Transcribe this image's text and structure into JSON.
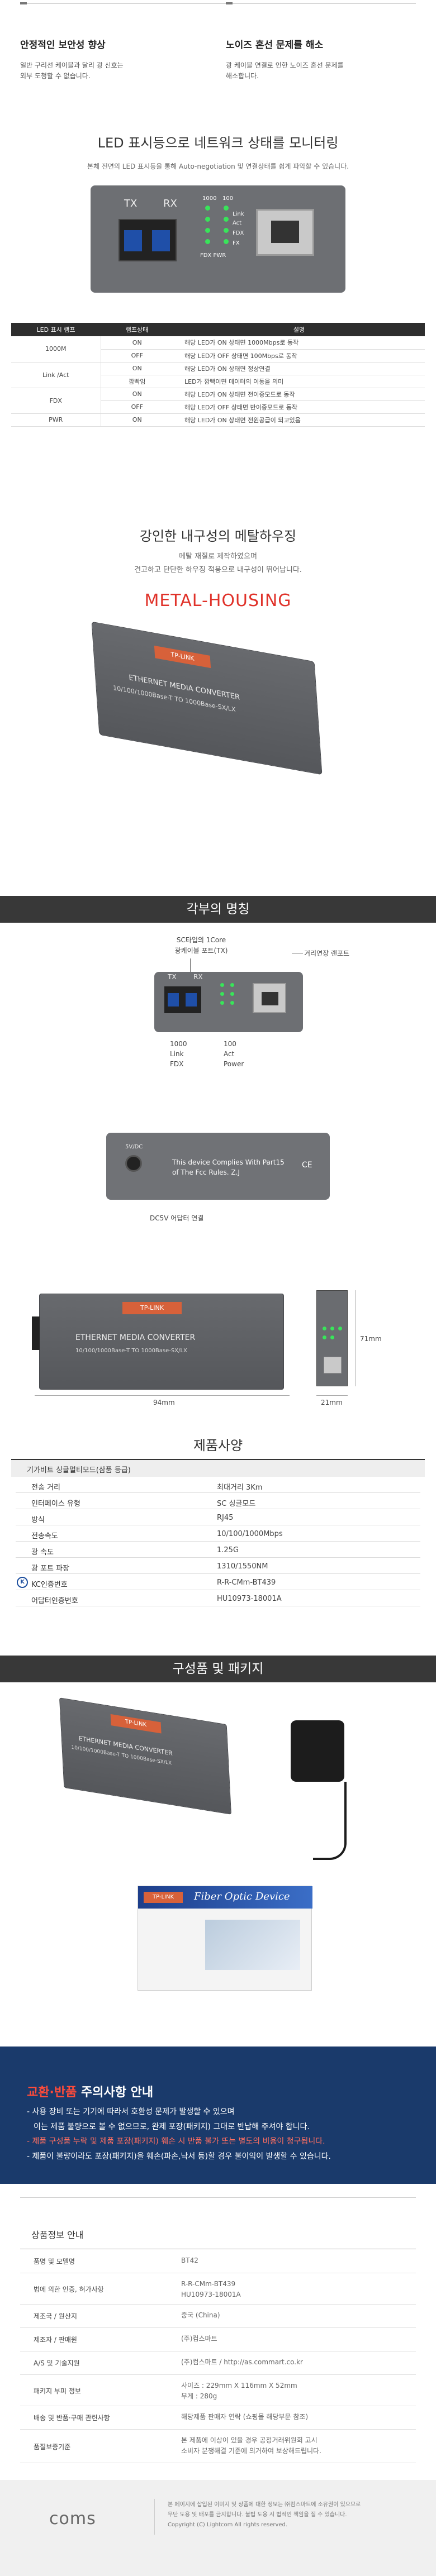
{
  "features": [
    {
      "title": "안정적인 보안성 향상",
      "desc": [
        "일반 구리선 케이블과 달리 광 신호는",
        "외부 도청할 수 없습니다."
      ]
    },
    {
      "title": "노이즈 혼선 문제를 해소",
      "desc": [
        "광 케이블 연결로 인한 노이즈 혼선 문제를",
        "해소합니다."
      ]
    }
  ],
  "led_section": {
    "title": "LED 표시등으로 네트워크 상태를 모니터링",
    "subtitle": "본체 전면의 LED 표시등을 통해 Auto-negotiation 및 연결상태를 쉽게 파악할 수 있습니다."
  },
  "device_front": {
    "tx": "TX",
    "rx": "RX",
    "l1000": "1000",
    "l100": "100",
    "l_link": "Link",
    "l_act": "Act",
    "l_fdx": "FDX",
    "l_fx": "FX",
    "l_pwr": "FDX PWR"
  },
  "led_table": {
    "headers": [
      "LED 표시 램프",
      "램프상태",
      "설명"
    ],
    "rows": [
      {
        "lamp": "1000M",
        "state": "ON",
        "desc": "해당 LED가 ON 상태면 1000Mbps로 동작"
      },
      {
        "lamp": "",
        "state": "OFF",
        "desc": "해당 LED가 OFF 상태면 100Mbps로 동작"
      },
      {
        "lamp": "Link /Act",
        "state": "ON",
        "desc": "해당 LED가 ON 상태면 정상연결"
      },
      {
        "lamp": "",
        "state": "깜빡임",
        "desc": "LED가 깜빡이면 데이터의 이동을 의미"
      },
      {
        "lamp": "FDX",
        "state": "ON",
        "desc": "해당 LED가 ON 상태면 전이중모드로 동작"
      },
      {
        "lamp": "",
        "state": "OFF",
        "desc": "해당 LED가 OFF 상태면 반이중모드로 동작"
      },
      {
        "lamp": "PWR",
        "state": "ON",
        "desc": "해당 LED가 ON 상태면 전원공급이 되고있음"
      }
    ]
  },
  "metal": {
    "title": "강인한 내구성의 메탈하우징",
    "sub1": "메탈 재질로 제작하였으며",
    "sub2": "견고하고 단단한 하우징 적용으로 내구성이 뛰어납니다.",
    "tag": "METAL-HOUSING"
  },
  "device_label": {
    "brand": "TP-LINK",
    "line1": "ETHERNET MEDIA CONVERTER",
    "line2": "10/100/1000Base-T TO 1000Base-SX/LX"
  },
  "names": {
    "title": "각부의 명칭",
    "core1": "SC타입의 1Core",
    "core2": "광케이블 포트(TX)",
    "rj45": "거리연장 랜포트",
    "led_left1": "1000",
    "led_left2": "Link",
    "led_left3": "FDX",
    "led_right1": "100",
    "led_right2": "Act",
    "led_right3": "Power",
    "back_dc": "5V/DC",
    "back_text1": "This device Complies With Part15",
    "back_text2": "of The Fcc Rules. Z.J",
    "adapter": "DC5V 어답터 연결",
    "dim_w": "94mm",
    "dim_h": "71mm",
    "dim_d": "21mm"
  },
  "spec": {
    "title": "제품사양",
    "head": "기가비트 싱글멀티모드(삼품 등급)",
    "rows": [
      {
        "k": "전송 거리",
        "v": "최대거리 3Km"
      },
      {
        "k": "인터페이스 유형",
        "v": "SC 싱글모드"
      },
      {
        "k": "방식",
        "v": "RJ45"
      },
      {
        "k": "전송속도",
        "v": "10/100/1000Mbps"
      },
      {
        "k": "광 속도",
        "v": "1.25G"
      },
      {
        "k": "광 포트 파장",
        "v": "1310/1550NM"
      },
      {
        "k": "KC인증번호",
        "v": "R-R-CMm-BT439"
      },
      {
        "k": "어답터인증번호",
        "v": "HU10973-18001A"
      }
    ]
  },
  "package": {
    "title": "구성품 및 패키지",
    "box_brand": "TP-LINK",
    "box_title": "Fiber Optic Device"
  },
  "notice": {
    "title_a": "교환·반품",
    "title_b": " 주의사항 안내",
    "items": [
      "- 사용 장비 또는 기기에 따라서 호환성 문제가 발생할 수 있으며",
      "  이는 제품 불량으로 볼 수 없으므로, 완제 포장(패키지) 그대로 반납해 주셔야 합니다.",
      "- 제품 구성품 누락 및 제품 포장(패키지) 훼손 시 반품 불가 또는 별도의 비용이 청구됩니다.",
      "- 제품이 불량이라도 포장(패키지)을 훼손(파손,낙서 등)할 경우 불이익이 발생할 수 있습니다."
    ]
  },
  "info": {
    "title": "상품정보 안내",
    "rows": [
      {
        "k": "품명 및 모델명",
        "v": [
          "BT42"
        ]
      },
      {
        "k": "법에 의한 인증, 허가사항",
        "v": [
          "R-R-CMm-BT439",
          "HU10973-18001A"
        ]
      },
      {
        "k": "제조국 / 원산지",
        "v": [
          "중국 (China)"
        ]
      },
      {
        "k": "제조자 / 판매원",
        "v": [
          "(주)컴스마트"
        ]
      },
      {
        "k": "A/S 및 기술지원",
        "v": [
          "(주)컴스마트 / http://as.commart.co.kr"
        ]
      },
      {
        "k": "패키지 부피 정보",
        "v": [
          "사이즈 : 229mm X 116mm X 52mm",
          "무게 : 280g"
        ]
      },
      {
        "k": "배송 및 반품·구매 관련사항",
        "v": [
          "해당제품 판매자 연락 (쇼핑몰 해당부문 참조)"
        ]
      },
      {
        "k": "품질보증기준",
        "v": [
          "본 제품에 이상이 있을 경우 공정거래위원회 고시",
          "소비자 분쟁해결 기준에 의거하여 보상해드립니다."
        ]
      }
    ]
  },
  "footer": {
    "logo": "coms",
    "text1": "본 페이지에 삽입된 이미지 및 상품에 대한 정보는 ㈜컴스마트에 소유권이 있으므로",
    "text2": "무단 도용 및 배포를 금지합니다. 불법 도용 시 법적인 책임을 질 수 있습니다.",
    "text3": "Copyright (C) Lightcom All rights reserved."
  }
}
